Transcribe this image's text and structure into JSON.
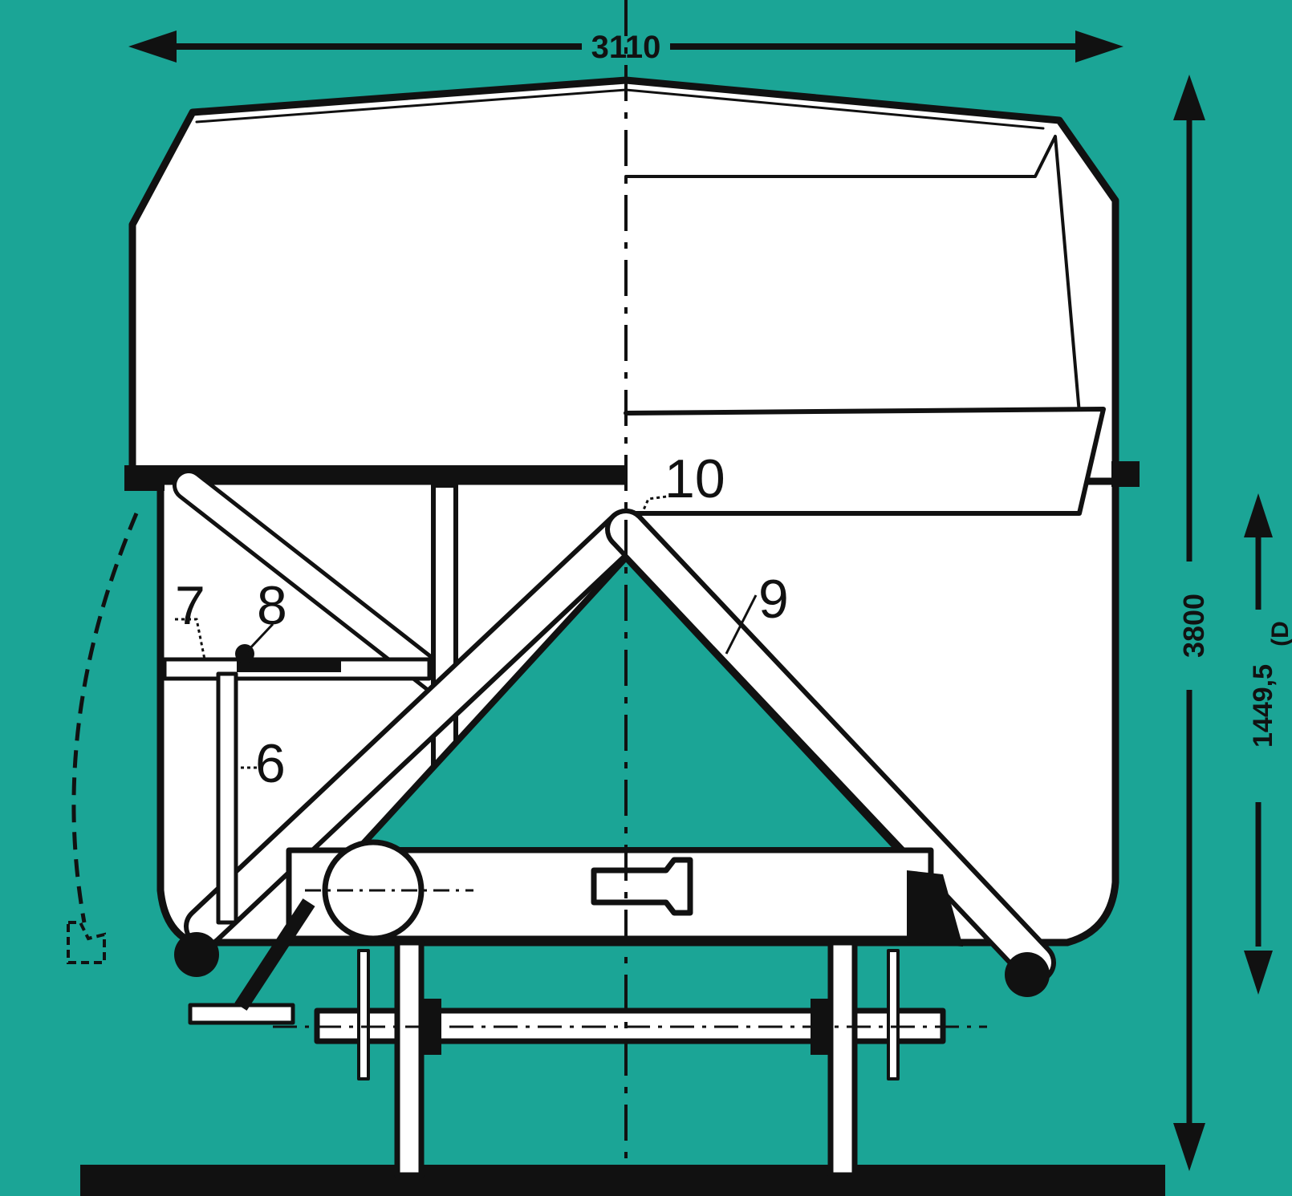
{
  "colors": {
    "background": "#1ba596",
    "fill": "#ffffff",
    "ink": "#111111"
  },
  "dimensions": {
    "width_label": "3110",
    "height_label": "3800",
    "half_height_label": "1449,5",
    "edge_mark": "(D"
  },
  "callouts": {
    "c6": "6",
    "c7": "7",
    "c8": "8",
    "c9": "9",
    "c10": "10"
  }
}
